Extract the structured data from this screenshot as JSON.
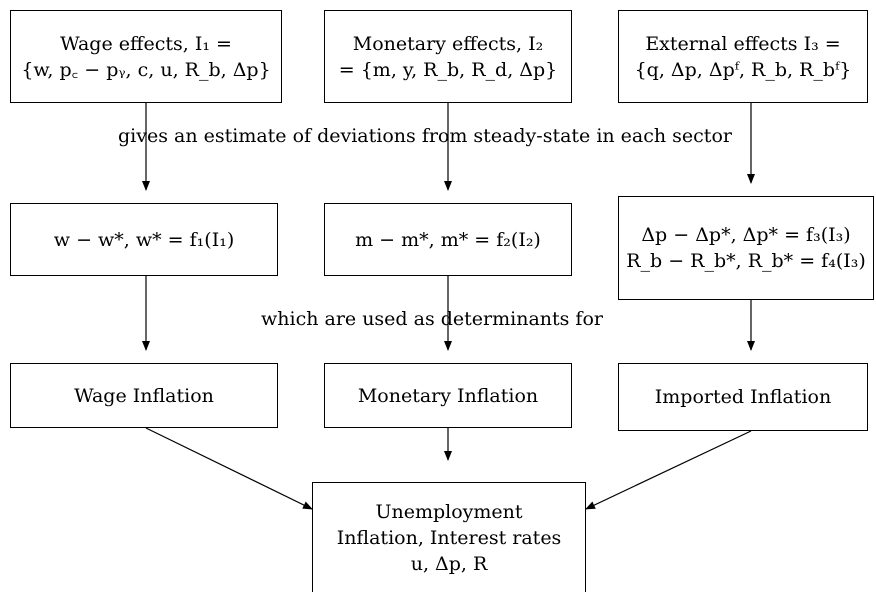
{
  "row1": {
    "wage": {
      "line1": "Wage effects, I₁ =",
      "line2": "{w, p꜀ − pᵧ, c, u, R_b, Δp}"
    },
    "monetary": {
      "line1": "Monetary effects, I₂",
      "line2": "= {m, y, R_b, R_d, Δp}"
    },
    "external": {
      "line1": "External effects I₃ =",
      "line2": "{q, Δp, Δpᶠ, R_b, R_bᶠ}"
    }
  },
  "caption1": "gives an estimate of deviations from steady-state in each sector",
  "row2": {
    "wage": {
      "line1": "w − w*,  w* = f₁(I₁)"
    },
    "monetary": {
      "line1": "m − m*,  m* = f₂(I₂)"
    },
    "external": {
      "line1": "Δp − Δp*,  Δp* = f₃(I₃)",
      "line2": "R_b − R_b*,  R_b* = f₄(I₃)"
    }
  },
  "caption2": "which are used as determinants for",
  "row3": {
    "wage": {
      "line1": "Wage Inflation"
    },
    "monetary": {
      "line1": "Monetary Inflation"
    },
    "external": {
      "line1": "Imported Inflation"
    }
  },
  "result": {
    "line1": "Unemployment",
    "line2": "Inflation, Interest rates",
    "line3": "u, Δp, R"
  }
}
